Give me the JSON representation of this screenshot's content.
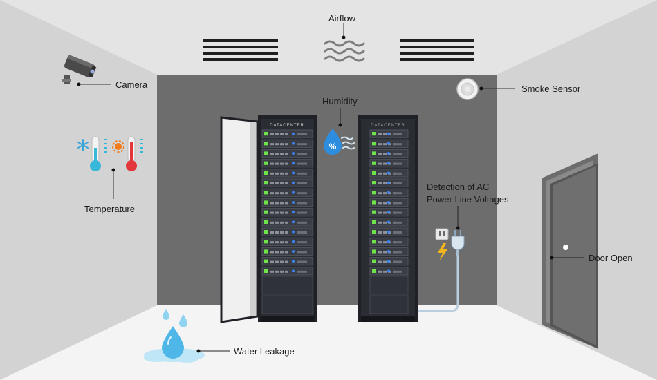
{
  "labels": {
    "airflow": "Airflow",
    "camera": "Camera",
    "smoke_sensor": "Smoke Sensor",
    "humidity": "Humidity",
    "temperature": "Temperature",
    "ac_line1": "Detection of AC",
    "ac_line2": "Power Line Voltages",
    "door_open": "Door Open",
    "water_leakage": "Water Leakage"
  },
  "rack_brand": "DATACENTER",
  "icons": [
    "camera-icon",
    "smoke-sensor-icon",
    "thermometer-cold-icon",
    "thermometer-hot-icon",
    "snowflake-icon",
    "sun-icon",
    "humidity-icon",
    "airflow-icon",
    "power-plug-icon",
    "power-outlet-icon",
    "lightning-icon",
    "water-drop-icon",
    "door-icon"
  ],
  "colors": {
    "back_wall": "#6d6d6d",
    "side_wall": "#d3d3d3",
    "floor": "#f4f4f4",
    "rack": "#1f2126",
    "server_led_green": "#6fe34a",
    "server_led_blue": "#3b82f6",
    "water": "#8fd3f0",
    "humidity_drop": "#2d8ee0",
    "thermo_cold": "#38b8d8",
    "thermo_hot": "#e2363c",
    "sun": "#f07c1c",
    "lightning": "#f5b51c"
  }
}
